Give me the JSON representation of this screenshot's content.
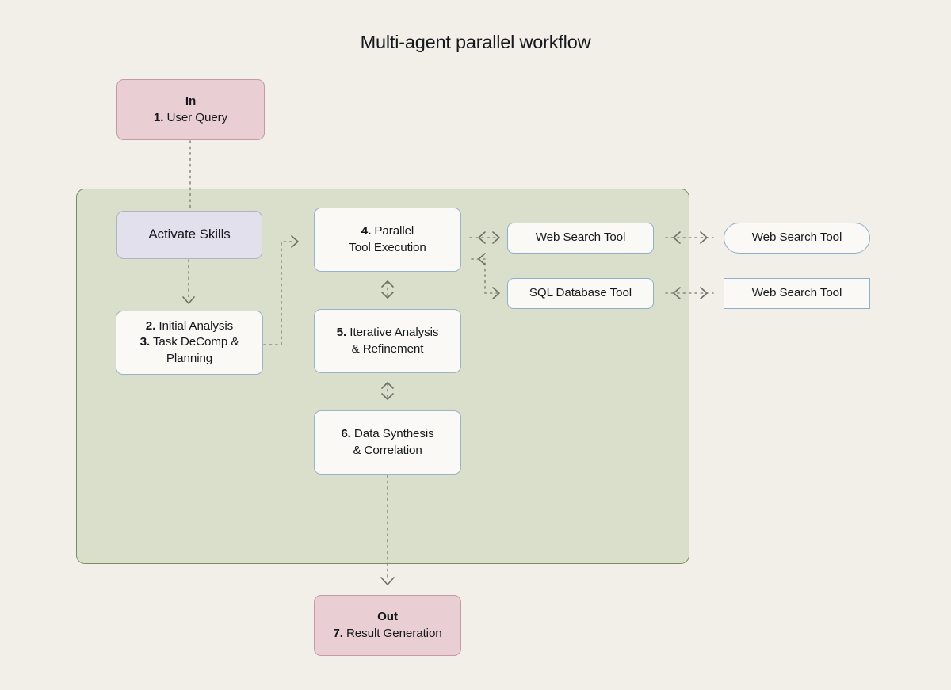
{
  "diagram": {
    "title": "Multi-agent parallel workflow",
    "background_color": "#f2efe9",
    "container": {
      "name": "agent-container",
      "fill": "#d9dfcb",
      "stroke": "#7d8c5c"
    },
    "nodes": {
      "input": {
        "label_top": "In",
        "number": "1.",
        "label": "User Query",
        "fill": "#e9cfd4",
        "stroke": "#c59aa5"
      },
      "activate_skills": {
        "label": "Activate Skills",
        "fill": "#e2e0ec",
        "stroke": "#b3b2c0"
      },
      "analysis": {
        "number_a": "2.",
        "label_a": "Initial Analysis",
        "number_b": "3.",
        "label_b": "Task DeComp &",
        "label_b2": "Planning",
        "fill": "#faf9f5",
        "stroke": "#9ab3c9"
      },
      "parallel_execution": {
        "number": "4.",
        "label_a": "Parallel",
        "label_b": "Tool Execution",
        "fill": "#faf9f5",
        "stroke": "#9ab3c9"
      },
      "iterative": {
        "number": "5.",
        "label_a": "Iterative Analysis",
        "label_b": "& Refinement",
        "fill": "#faf9f5",
        "stroke": "#9ab3c9"
      },
      "synthesis": {
        "number": "6.",
        "label_a": "Data Synthesis",
        "label_b": "& Correlation",
        "fill": "#faf9f5",
        "stroke": "#9ab3c9"
      },
      "web_search_tool_inner": {
        "label": "Web Search Tool",
        "fill": "#faf9f5",
        "stroke": "#8fb0cc"
      },
      "sql_database_tool": {
        "label": "SQL Database Tool",
        "fill": "#faf9f5",
        "stroke": "#8fb0cc"
      },
      "web_search_tool_outer_1": {
        "label": "Web Search Tool",
        "fill": "#faf9f5",
        "stroke": "#8fb0cc"
      },
      "web_search_tool_outer_2": {
        "label": "Web Search Tool",
        "fill": "#faf9f5",
        "stroke": "#8fb0cc"
      },
      "output": {
        "label_top": "Out",
        "number": "7.",
        "label": "Result Generation",
        "fill": "#e9cfd4",
        "stroke": "#c59aa5"
      }
    },
    "connectors": {
      "style": "dashed",
      "color": "#8a8a80",
      "edges": [
        {
          "from": "input",
          "to": "activate_skills",
          "direction": "down",
          "arrow": "none"
        },
        {
          "from": "activate_skills",
          "to": "analysis",
          "direction": "down",
          "arrow": "end"
        },
        {
          "from": "analysis",
          "to": "parallel_execution",
          "direction": "elbow-up-right",
          "arrow": "end"
        },
        {
          "from": "parallel_execution",
          "to": "web_search_tool_inner",
          "direction": "right",
          "arrow": "both"
        },
        {
          "from": "parallel_execution",
          "to": "sql_database_tool",
          "direction": "elbow-right-down",
          "arrow": "both"
        },
        {
          "from": "web_search_tool_inner",
          "to": "web_search_tool_outer_1",
          "direction": "right",
          "arrow": "both"
        },
        {
          "from": "sql_database_tool",
          "to": "web_search_tool_outer_2",
          "direction": "right",
          "arrow": "both"
        },
        {
          "from": "parallel_execution",
          "to": "iterative",
          "direction": "vertical",
          "arrow": "both"
        },
        {
          "from": "iterative",
          "to": "synthesis",
          "direction": "vertical",
          "arrow": "both"
        },
        {
          "from": "synthesis",
          "to": "output",
          "direction": "down",
          "arrow": "end"
        }
      ]
    }
  }
}
